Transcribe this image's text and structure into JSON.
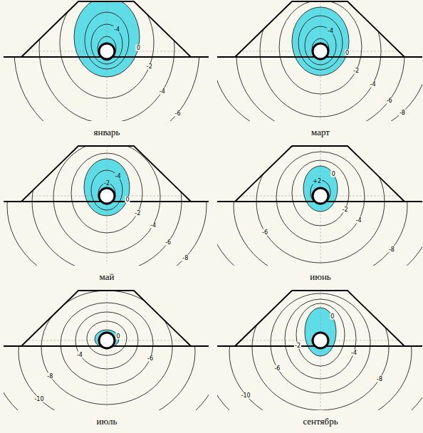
{
  "diagram": {
    "labels": [
      "-4",
      "0",
      "-2",
      "-4",
      "-6",
      "январь",
      "-4",
      "0",
      "-2",
      "-4",
      "-6",
      "-8",
      "март",
      "-2",
      "-4",
      "0",
      "-2",
      "-4",
      "-6",
      "-8",
      "май",
      "+2",
      "0",
      "-2",
      "-4",
      "-6",
      "-8",
      "июнь",
      "0",
      "-4",
      "-6",
      "-8",
      "-10",
      "июль",
      "0",
      "-2",
      "-4",
      "-6",
      "-8",
      "-10",
      "сентябрь"
    ]
  }
}
